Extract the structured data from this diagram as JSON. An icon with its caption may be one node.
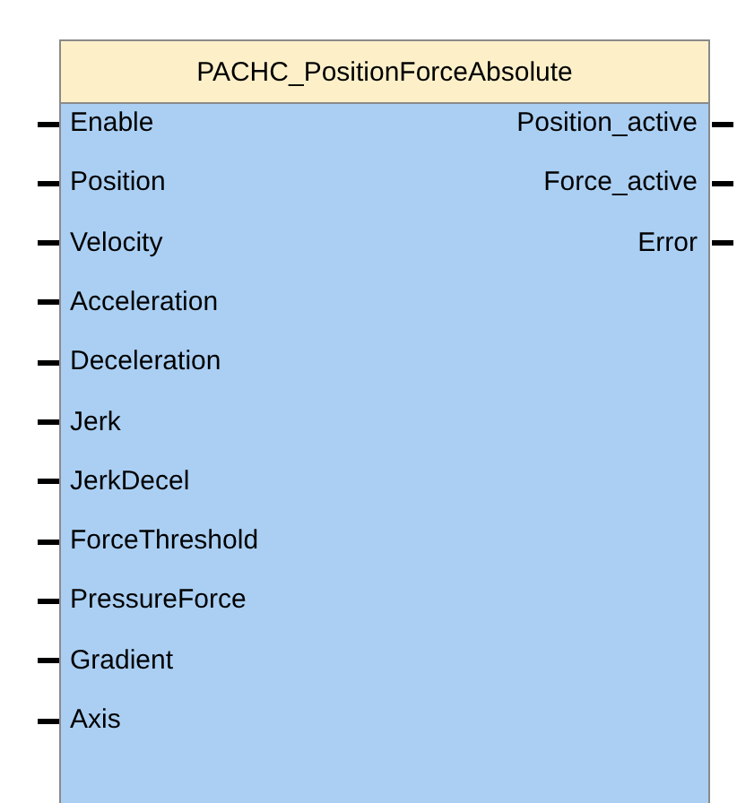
{
  "diagram": {
    "nodes": [
      {
        "text": [
          "PACHC_PositionForceAbsolute"
        ]
      }
    ],
    "labels": [
      "Enable",
      "Position_active",
      "Position",
      "Force_active",
      "Velocity",
      "Error",
      "Acceleration",
      "Deceleration",
      "Jerk",
      "JerkDecel",
      "ForceThreshold",
      "PressureForce",
      "Gradient",
      "Axis"
    ]
  }
}
